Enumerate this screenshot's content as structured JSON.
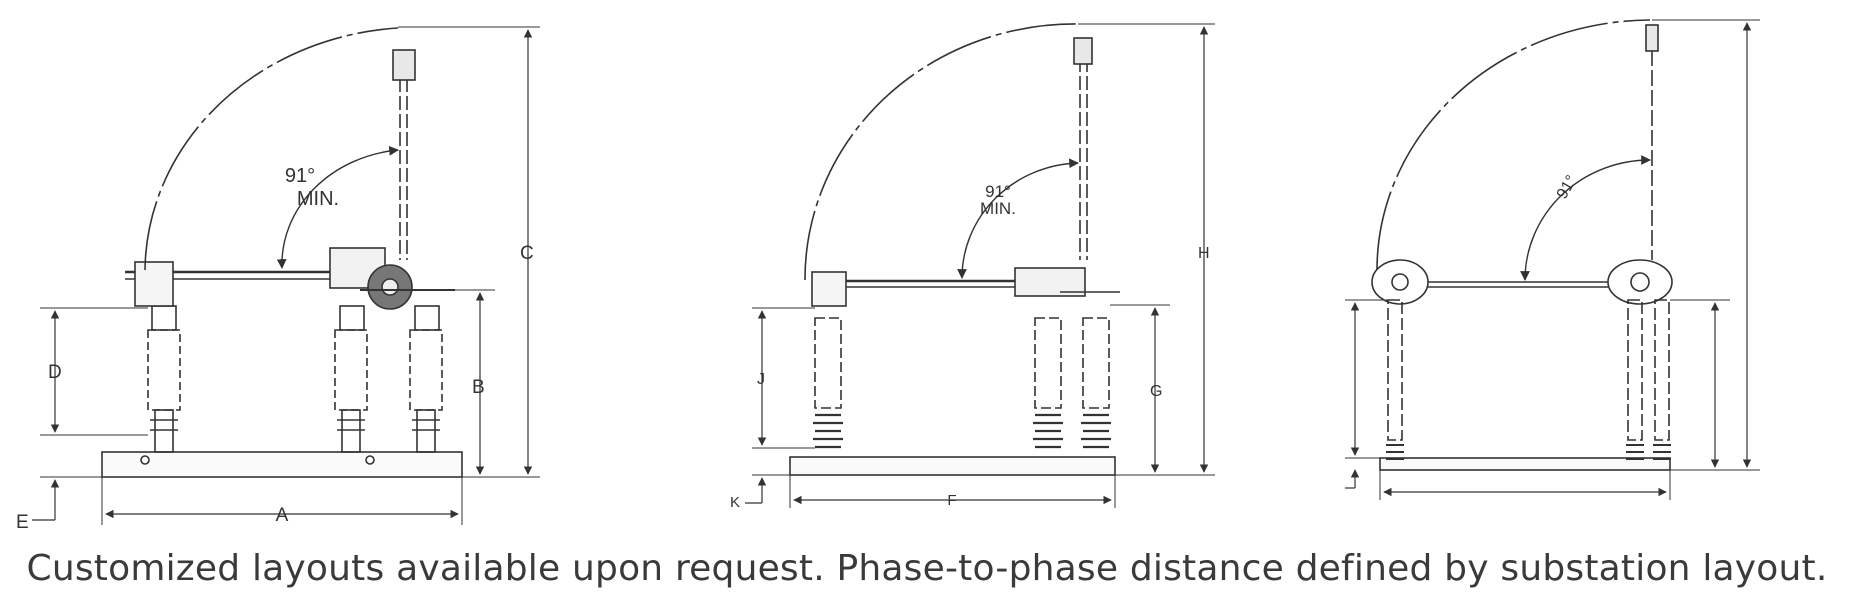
{
  "colors": {
    "line": "#333333",
    "caption": "#3a3a3a",
    "background": "#ffffff"
  },
  "caption": "Customized layouts available upon request. Phase-to-phase distance defined by substation layout.",
  "views": [
    {
      "name": "left",
      "angle_value": "91°",
      "angle_note": "MIN.",
      "labels": {
        "overall_height": "C",
        "insulator_height": "D",
        "total_height": "B",
        "base_offset": "E",
        "base_length": "A"
      }
    },
    {
      "name": "center",
      "angle_value": "91°",
      "angle_note": "MIN.",
      "labels": {
        "overall_height": "H",
        "insulator_height": "J",
        "total_height": "G",
        "base_offset": "K",
        "base_length": "F"
      }
    },
    {
      "name": "right",
      "angle_value": "91°",
      "angle_note": "",
      "labels": {
        "overall_height": "",
        "insulator_height": "",
        "total_height": "",
        "base_offset": "",
        "base_length": ""
      }
    }
  ]
}
